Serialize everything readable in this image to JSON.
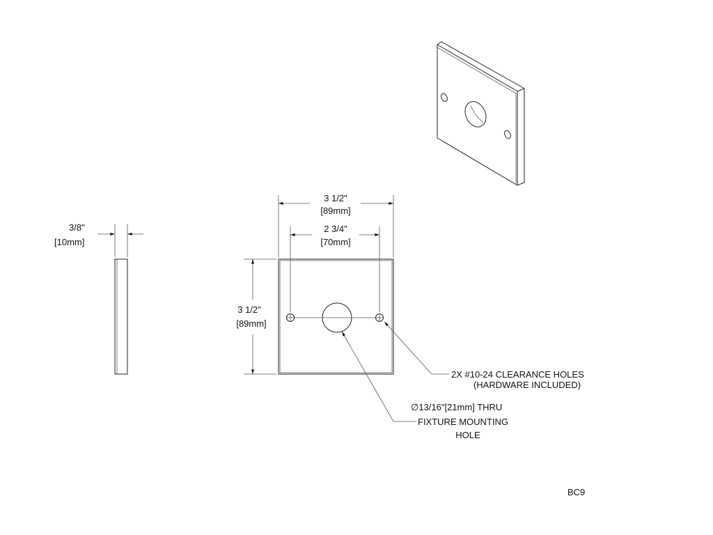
{
  "dimensions": {
    "overall_width": {
      "imperial": "3 1/2\"",
      "metric": "[89mm]"
    },
    "hole_spacing": {
      "imperial": "2 3/4\"",
      "metric": "[70mm]"
    },
    "overall_height": {
      "imperial": "3 1/2\"",
      "metric": "[89mm]"
    },
    "thickness": {
      "imperial": "3/8\"",
      "metric": "[10mm]"
    }
  },
  "callouts": {
    "clearance_holes": {
      "line1": "2X #10-24 CLEARANCE HOLES",
      "line2": "(HARDWARE INCLUDED)"
    },
    "mounting_hole": {
      "line1": "∅13/16\"[21mm] THRU",
      "line2": "FIXTURE MOUNTING",
      "line3": "HOLE"
    }
  },
  "part_number": "BC9"
}
